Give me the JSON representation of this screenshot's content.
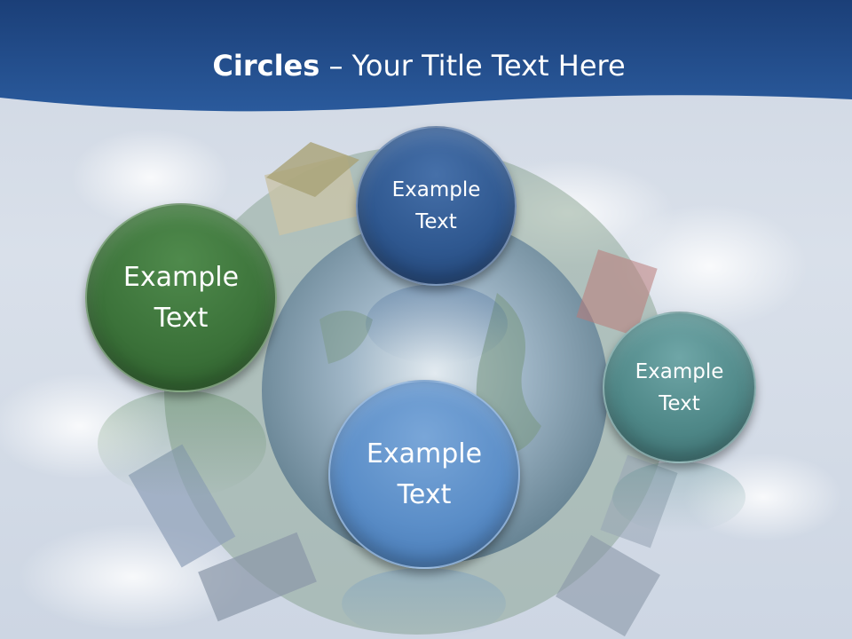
{
  "slide": {
    "title_bold": "Circles",
    "title_rest": " – Your Title Text Here"
  },
  "circles": [
    {
      "id": "green",
      "text": "Example\nText",
      "color": "#3c733a"
    },
    {
      "id": "navy",
      "text": "Example\nText",
      "color": "#2f5890"
    },
    {
      "id": "blue",
      "text": "Example\nText",
      "color": "#5b8ec8"
    },
    {
      "id": "teal",
      "text": "Example\nText",
      "color": "#4f8888"
    }
  ],
  "colors": {
    "header": "#24508f",
    "header_dark": "#1b3f78",
    "background": "#d6dde8"
  }
}
